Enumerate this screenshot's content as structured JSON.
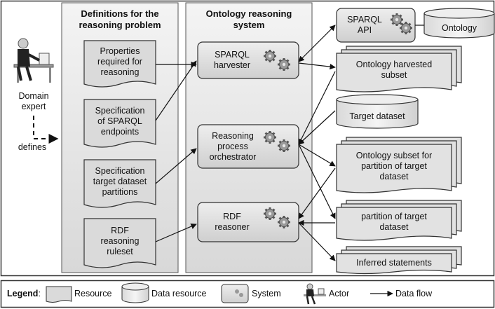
{
  "colors": {
    "panel_fill": "#e2e2e2",
    "box_fill": "#dcdcdc",
    "border": "#333333",
    "background": "#ffffff",
    "stroke": "#111111"
  },
  "actor": {
    "label": "Domain\nexpert",
    "icon": "person-at-desk-icon"
  },
  "defines_label": "defines",
  "panels": {
    "definitions": {
      "title": "Definitions for the\nreasoning problem"
    },
    "system": {
      "title": "Ontology reasoning\nsystem"
    }
  },
  "resources": [
    {
      "id": "properties",
      "label": "Properties\nrequired for\nreasoning"
    },
    {
      "id": "endpoints",
      "label": "Specification\nof SPARQL\nendpoints"
    },
    {
      "id": "partitions",
      "label": "Specification\ntarget dataset\npartitions"
    },
    {
      "id": "ruleset",
      "label": "RDF\nreasoning\nruleset"
    }
  ],
  "systems": [
    {
      "id": "harvester",
      "label": "SPARQL\nharvester",
      "icon": "gears-icon"
    },
    {
      "id": "orchestrator",
      "label": "Reasoning\nprocess\norchestrator",
      "icon": "gears-icon"
    },
    {
      "id": "reasoner",
      "label": "RDF\nreasoner",
      "icon": "gears-icon"
    }
  ],
  "external": {
    "sparql_api": {
      "label": "SPARQL\nAPI",
      "icon": "gears-icon"
    },
    "ontology": {
      "label": "Ontology"
    },
    "harvested": {
      "label": "Ontology harvested\nsubset"
    },
    "target": {
      "label": "Target dataset"
    },
    "onto_subset": {
      "label": "Ontology subset for\npartition of target\ndataset"
    },
    "partition": {
      "label": "partition of target\ndataset"
    },
    "inferred": {
      "label": "Inferred  statements"
    }
  },
  "legend": {
    "title": "Legend",
    "colon": ":",
    "items": [
      {
        "label": "Resource",
        "icon": "resource-shape-icon"
      },
      {
        "label": "Data resource",
        "icon": "cylinder-icon"
      },
      {
        "label": "System",
        "icon": "system-box-icon"
      },
      {
        "label": "Actor",
        "icon": "actor-icon"
      },
      {
        "label": "Data flow",
        "icon": "arrow-icon"
      }
    ]
  }
}
